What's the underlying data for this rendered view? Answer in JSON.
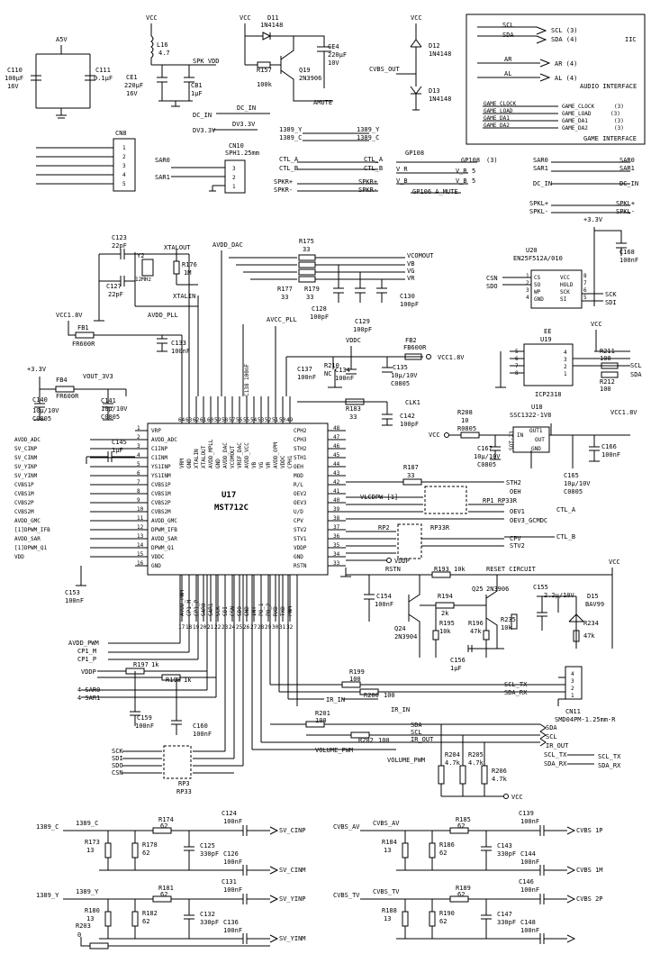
{
  "top_left": {
    "a5v": "A5V",
    "c110": "C110",
    "c110_v": "100μF",
    "c110_r": "16V",
    "c111": "C111",
    "c111_v": "0.1μF",
    "vcc1": "VCC",
    "l16": "L16",
    "l16_v": "4.7",
    "spk_vdd": "SPK_VDD",
    "ce1": "CE1",
    "ce1_v": "220μF",
    "ce1_r": "16V",
    "cb1": "CB1",
    "cb1_v": "1μF"
  },
  "top_mid": {
    "vcc": "VCC",
    "d11": "D11",
    "d11_p": "1N4148",
    "ce4": "CE4",
    "ce4_v": "220μF",
    "ce4_r": "10V",
    "r157": "R157",
    "r157_v": "100k",
    "q19": "Q19",
    "q19_p": "2N3906",
    "amute": "AMUTE",
    "dc_in": "DC_IN",
    "dv33": "DV3.3V",
    "cvbs_out": "CVBS_OUT",
    "vcc2": "VCC",
    "d12": "D12",
    "d12_p": "1N4148",
    "d13": "D13",
    "d13_p": "1N4148",
    "n1389y": "1389_Y",
    "n1389c": "1389_C",
    "ctl_a": "CTL_A",
    "ctl_b": "CTL_B",
    "spkr_p": "SPKR+",
    "spkr_m": "SPKR-",
    "gp108": "GP108",
    "gp108_r": "(3)",
    "v_r": "V_R",
    "v_b": "V_B",
    "five": "5",
    "gp106": "GP106 A_MUTE"
  },
  "cn8": {
    "label": "CN8"
  },
  "cn10": {
    "label": "CN10",
    "part": "SPH1.25mm",
    "sar0": "SAR0",
    "sar1": "SAR1",
    "p3": "3",
    "p2": "2",
    "p1": "1"
  },
  "interface": {
    "scl": "SCL",
    "sda": "SDA",
    "scl_r": "SCL (3)",
    "sda_r": "SDA (4)",
    "iic": "IIC",
    "ar": "AR",
    "al": "AL",
    "ar_r": "AR (4)",
    "al_r": "AL (4)",
    "audio_title": "AUDIO INTERFACE",
    "game_clock": "GAME_CLOCK",
    "game_load": "GAME_LOAD",
    "game_da1": "GAME_DA1",
    "game_da2": "GAME_DA2",
    "gc_r": "(3)",
    "gl_r": "(3)",
    "gd1_r": "(3)",
    "gd2_r": "(3)",
    "game_title": "GAME INTERFACE"
  },
  "right_signals": {
    "sar0": "SAR0",
    "sar1": "SAR1",
    "dc_in": "DC_IN",
    "spkl_p": "SPKL+",
    "spkl_m": "SPKL-"
  },
  "xtal": {
    "c123": "C123",
    "c123_v": "22pF",
    "c127": "C127",
    "c127_v": "22pF",
    "y2": "Y2",
    "y2_v": "12MHz",
    "r176": "R176",
    "r176_v": "1M",
    "xtalout": "XTALOUT",
    "xtalin": "XTALIN",
    "avdd_dac": "AVDD_DAC"
  },
  "rgb": {
    "r175": "R175",
    "r175_v": "33",
    "r177": "R177",
    "r177_v": "33",
    "r179": "R179",
    "r179_v": "33",
    "vcomout": "VCOMOUT",
    "vb": "VB",
    "vg": "VG",
    "vr": "VR",
    "c128": "C128",
    "c128_v": "100pF",
    "c129": "C129",
    "c129_v": "100pF",
    "c130": "C130",
    "c130_v": "100pF"
  },
  "power": {
    "vcc18": "VCC1.8V",
    "fb1": "FB1",
    "fb1_p": "FR600R",
    "avdd_pll": "AVDD_PLL",
    "c133": "C133",
    "c133_v": "100nF",
    "avcc_pll": "AVCC_PLL",
    "c138": "C138 100nF",
    "v33": "+3.3V",
    "fb4": "FB4",
    "fb4_p": "FR600R",
    "vout": "VOUT_3V3",
    "c140": "C140",
    "c140_v": "10μ/10V",
    "c140_p": "C0805",
    "c141": "C141",
    "c141_v": "10μ/10V",
    "c141_p": "C0805",
    "vddc": "VDDC",
    "r210": "R210",
    "r210_v": "NC",
    "c134": "C134",
    "c134_v": "100nF",
    "c135": "C135",
    "c135_v": "10μ/10V",
    "c135_p": "C0805",
    "fb2": "FB2",
    "fb2_p": "FB600R",
    "vcc18b": "VCC1.8V",
    "c137": "C137",
    "c137_v": "100nF",
    "r183": "R183",
    "r183_v": "33",
    "clk1": "CLK1",
    "c142": "C142",
    "c142_v": "100pF"
  },
  "u17": {
    "ref": "U17",
    "part": "MST712C",
    "c145": "C145",
    "c145_v": "1μF",
    "left_pins": [
      "VRP",
      "AVDD_ADC",
      "C1INP",
      "C1INM",
      "YS1INP",
      "YS1INM",
      "CVBS1P",
      "CVBS1M",
      "CVBS2P",
      "CVBS2M",
      "AVDD_GMC",
      "DPWM_IFB",
      "AVDD_SAR",
      "DPWM_Q1",
      "VDDC",
      "GND"
    ],
    "left_nums": [
      "1",
      "2",
      "3",
      "4",
      "5",
      "6",
      "7",
      "8",
      "9",
      "10",
      "11",
      "12",
      "13",
      "14",
      "15",
      "16"
    ],
    "left_nets": [
      "",
      "AVDD_ADC",
      "SV_CINP",
      "SV_CINM",
      "SV_YINP",
      "SV_YINM",
      "CVBS1P",
      "CVBS1M",
      "CVBS2P",
      "CVBS2M",
      "AVDD_GMC",
      "[1]DPWM_IFB",
      "AVDD_SAR",
      "[1]DPWM_Q1",
      "VDD",
      ""
    ],
    "right_pins": [
      "CPH2",
      "CPH3",
      "STH2",
      "STH1",
      "OEH",
      "MOD",
      "R/L",
      "OEV2",
      "OEV3",
      "U/D",
      "CPV",
      "STV2",
      "STV1",
      "VDDP",
      "GND",
      "RSTN"
    ],
    "right_nums": [
      "48",
      "47",
      "46",
      "45",
      "44",
      "43",
      "42",
      "41",
      "40",
      "39",
      "38",
      "37",
      "36",
      "35",
      "34",
      "33"
    ],
    "top_pins": [
      "VRM",
      "GND",
      "XTALIN",
      "XTALOUT",
      "AVDD_MPLL",
      "GND",
      "AVDD_DAC",
      "VCOMOUT",
      "VREF_DAC",
      "AVDD_VCC",
      "VB",
      "VG",
      "VR",
      "AVDD_OPM",
      "VDDC",
      "CPH1"
    ],
    "top_nums": [
      "64",
      "63",
      "62",
      "61",
      "60",
      "59",
      "58",
      "57",
      "56",
      "55",
      "54",
      "53",
      "52",
      "51",
      "50",
      "49"
    ],
    "bottom_pins": [
      "AVDD_PWM",
      "CP1_M",
      "CP1_P",
      "SAR0",
      "SAR1",
      "SCK",
      "SDI",
      "CSN",
      "SDO",
      "GND",
      "INT",
      "PO_1",
      "PO_2",
      "RXD",
      "TXD",
      "PWM"
    ],
    "bottom_nums": [
      "17",
      "18",
      "19",
      "20",
      "21",
      "22",
      "23",
      "24",
      "25",
      "26",
      "27",
      "28",
      "29",
      "30",
      "31",
      "32"
    ]
  },
  "u17_right_nets": {
    "r187": "R187",
    "r187_v": "33",
    "sth2": "STH2",
    "oeh": "OEH",
    "vlcdpw": "VLCDPW [1]",
    "rp1": "RP1 RP33R",
    "oev1": "OEV1",
    "oev3": "OEV3_GCMDC",
    "ctl_a": "CTL_A",
    "rp2": "RP2",
    "rp2_p": "RP33R",
    "cpv": "CPV",
    "stv2": "STV2",
    "ctl_b": "CTL_B",
    "vddp": "VDDP"
  },
  "rom": {
    "vcc33": "+3.3V",
    "u20": "U20",
    "u20_p": "EN25F512A/010",
    "c168": "C168",
    "c168_v": "100nF",
    "csn": "CSN",
    "sdo": "SDO",
    "sck": "SCK",
    "sdi": "SDI",
    "pins_left": [
      "CS",
      "SO",
      "WP",
      "GND"
    ],
    "pins_right": [
      "VCC",
      "HOLD",
      "SCK",
      "SI"
    ],
    "pn_l": [
      "1",
      "2",
      "3",
      "4"
    ],
    "pn_r": [
      "8",
      "7",
      "6",
      "5"
    ]
  },
  "eeprom": {
    "vcc": "VCC",
    "ee": "EE",
    "u19": "U19",
    "part": "ICP2318",
    "r211": "R211",
    "r211_v": "100",
    "r212": "R212",
    "r212_v": "100",
    "scl": "SCL",
    "sda": "SDA",
    "pl": [
      "5",
      "6",
      "7",
      "8"
    ],
    "pr": [
      "4",
      "3",
      "2",
      "1"
    ]
  },
  "ldo": {
    "vcc": "VCC",
    "r208": "R208",
    "r208_v": "10",
    "r208_p": "R0805",
    "u18": "U18",
    "u18_p": "SSC1322-1V8",
    "in": "IN",
    "out1": "OUT1",
    "out": "OUT",
    "gnd": "GND",
    "sot": "SOT-23",
    "c167": "C167",
    "c167_v": "10μ/10V",
    "c167_p": "C0805",
    "vcc18": "VCC1.8V",
    "c166": "C166",
    "c166_v": "100nF",
    "c165": "C165",
    "c165_v": "10μ/10V",
    "c165_p": "C0805"
  },
  "reset": {
    "rstn": "RSTN",
    "r193": "R193",
    "r193_v": "10k",
    "title": "RESET CIRCUIT",
    "vcc": "VCC",
    "c154": "C154",
    "c154_v": "100nF",
    "r194": "R194",
    "r194_v": "2k",
    "q25": "Q25",
    "q25_p": "2N3906",
    "c155": "C155",
    "c155_v": "2.2μ/10V",
    "d15": "D15",
    "d15_p": "BAV99",
    "r195": "R195",
    "r195_v": "10k",
    "r196": "R196",
    "r196_v": "47k",
    "r235": "R235",
    "r235_v": "10k",
    "r234": "R234",
    "r234_v": "47k",
    "q24": "Q24",
    "q24_p": "2N3904",
    "c156": "C156",
    "c156_v": "1μF"
  },
  "bottom_mid": {
    "avdd_pwm": "AVDD_PWM",
    "cp1m": "CP1_M",
    "cp1p": "CP1_P",
    "r197": "R197",
    "r197_v": "1k",
    "vddp": "VDDP",
    "r198": "R198",
    "r198_v": "1k",
    "sar0": "4 SAR0",
    "sar1": "4 SAR1",
    "c159": "C159",
    "c159_v": "100nF",
    "c160": "C160",
    "c160_v": "100nF",
    "r199": "R199",
    "r199_v": "100",
    "r200": "R200",
    "r200_v": "100",
    "ir_in": "IR_IN",
    "ir_in2": "IR_IN",
    "scl_tx": "SCL_TX",
    "sda_rx": "SDA_RX",
    "cn11": "CN11",
    "cn11_p": "SMD04PM-1.25mm-R",
    "r201": "R201",
    "r201_v": "100",
    "r202": "R202",
    "r202_v": "100",
    "sda": "SDA",
    "scl": "SCL",
    "ir_out": "IR_OUT",
    "sda2": "SDA",
    "scl2": "SCL",
    "ir_out2": "IR_OUT",
    "volume_pwm": "VOLUME_PWM",
    "volume_pwm2": "VOLUME_PWM",
    "r204": "R204",
    "r204_v": "4.7k",
    "r205": "R205",
    "r205_v": "4.7k",
    "r206": "R206",
    "r206_v": "4.7k",
    "vcc": "VCC",
    "scl_tx2": "SCL_TX",
    "sda_rx2": "SDA_RX",
    "scl_tx3": "SCL_TX",
    "sda_rx3": "SDA_RX",
    "sck": "SCK",
    "sdi": "SDI",
    "sdo": "SDO",
    "csn": "CSN",
    "rp3": "RP3",
    "rp3_p": "RP33"
  },
  "bottom_filters": {
    "in_c": "1389_C",
    "r174": "R174",
    "r174_v": "62",
    "c124": "C124",
    "c124_v": "100nF",
    "sv_cinp": "SV_CINP",
    "r173": "R173",
    "r173_v": "13",
    "r178": "R178",
    "r178_v": "62",
    "c125": "C125",
    "c125_v": "330pF",
    "c126": "C126",
    "c126_v": "100nF",
    "sv_cinm": "SV_CINM",
    "in_y": "1389_Y",
    "r180": "R180",
    "r180_v": "13",
    "r181": "R181",
    "r181_v": "62",
    "c131": "C131",
    "c131_v": "100nF",
    "sv_yinp": "SV_YINP",
    "r182": "R182",
    "r182_v": "62",
    "c132": "C132",
    "c132_v": "330pF",
    "c136": "C136",
    "c136_v": "100nF",
    "sv_yinm": "SV_YINM",
    "r203": "R203",
    "r203_v": "0",
    "cvbs_av": "CVBS_AV",
    "r185": "R185",
    "r185_v": "62",
    "c139": "C139",
    "c139_v": "100nF",
    "cvbs1p": "CVBS 1P",
    "r184": "R184",
    "r184_v": "13",
    "r186": "R186",
    "r186_v": "62",
    "c143": "C143",
    "c143_v": "330pF",
    "c144": "C144",
    "c144_v": "100nF",
    "cvbs1m": "CVBS 1M",
    "cvbs_tv": "CVBS_TV",
    "r189": "R189",
    "r189_v": "62",
    "c146": "C146",
    "c146_v": "100nF",
    "cvbs2p": "CVBS 2P",
    "r188": "R188",
    "r188_v": "13",
    "r190": "R190",
    "r190_v": "62",
    "c147": "C147",
    "c147_v": "330pF",
    "c148": "C148",
    "c148_v": "100nF"
  }
}
